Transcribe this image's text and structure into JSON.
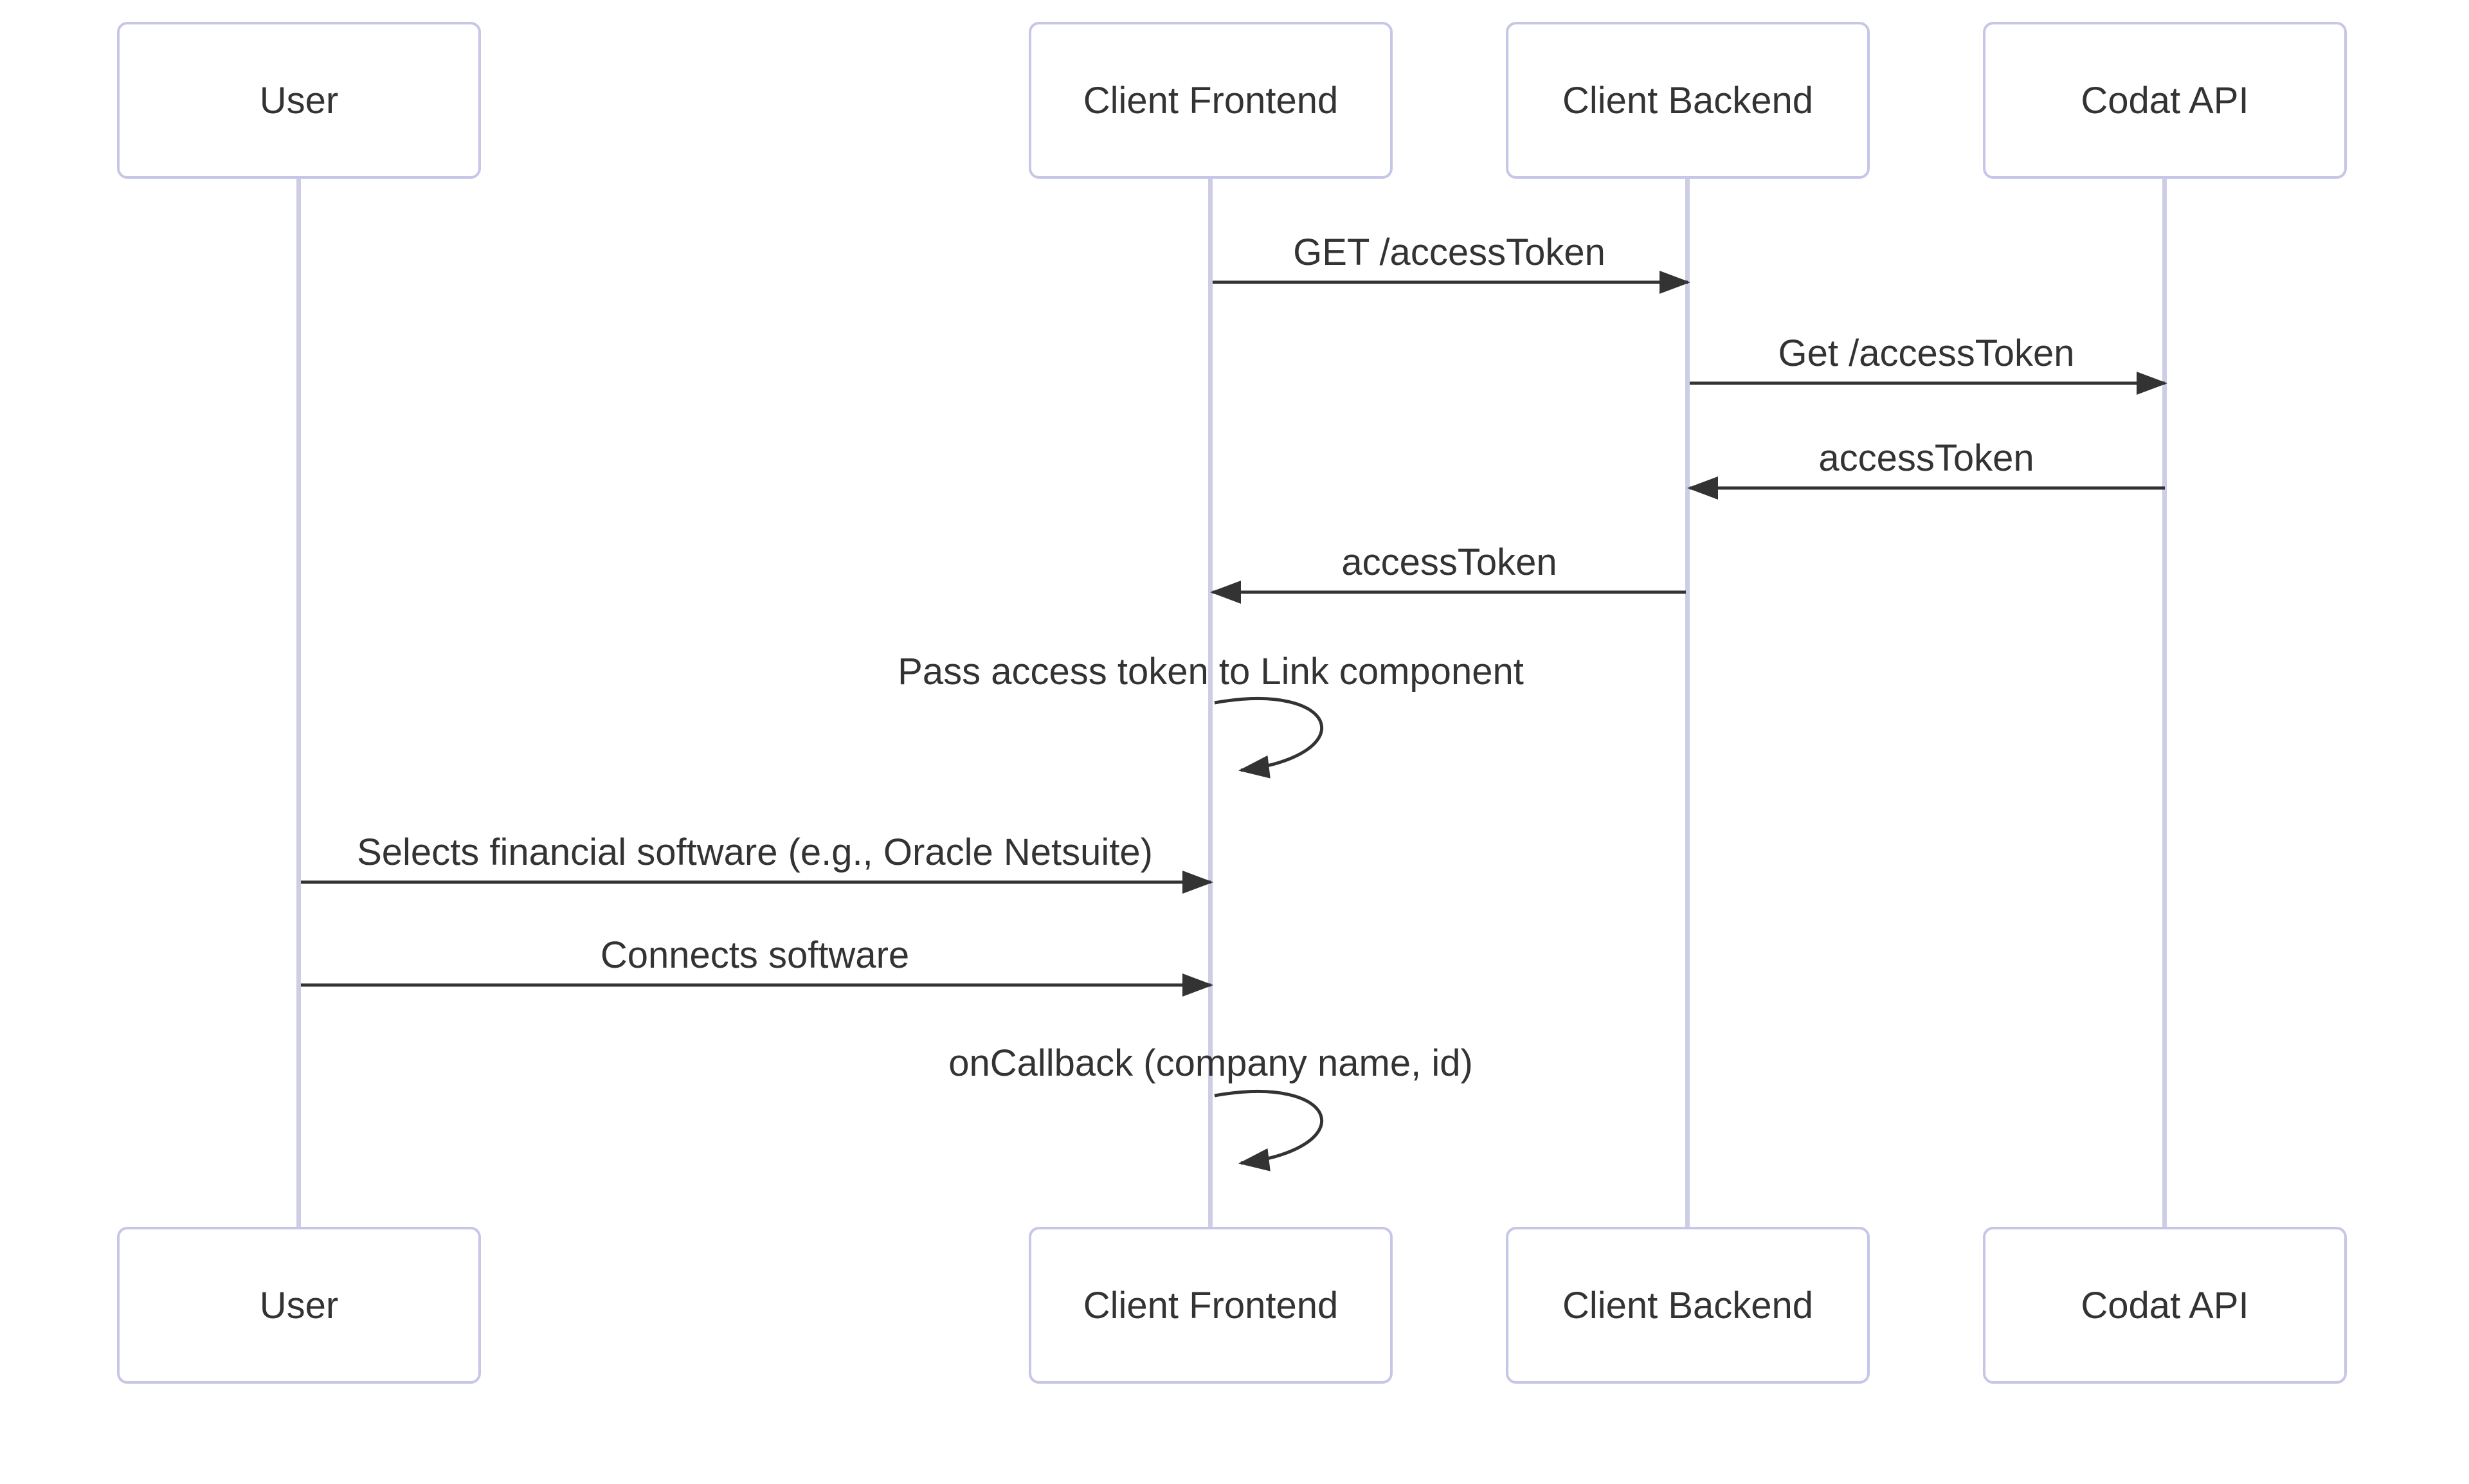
{
  "diagram": {
    "type": "sequence-diagram",
    "actors": [
      {
        "name": "User"
      },
      {
        "name": "Client Frontend"
      },
      {
        "name": "Client Backend"
      },
      {
        "name": "Codat API"
      }
    ],
    "messages": [
      {
        "from": "Client Frontend",
        "to": "Client Backend",
        "label": "GET /accessToken",
        "type": "solid-arrow"
      },
      {
        "from": "Client Backend",
        "to": "Codat API",
        "label": "Get /accessToken",
        "type": "solid-arrow"
      },
      {
        "from": "Codat API",
        "to": "Client Backend",
        "label": "accessToken",
        "type": "solid-arrow"
      },
      {
        "from": "Client Backend",
        "to": "Client Frontend",
        "label": "accessToken",
        "type": "solid-arrow"
      },
      {
        "from": "Client Frontend",
        "to": "Client Frontend",
        "label": "Pass access token to Link component",
        "type": "self-loop"
      },
      {
        "from": "User",
        "to": "Client Frontend",
        "label": "Selects financial software (e.g., Oracle Netsuite)",
        "type": "solid-arrow"
      },
      {
        "from": "User",
        "to": "Client Frontend",
        "label": "Connects software",
        "type": "solid-arrow"
      },
      {
        "from": "Client Frontend",
        "to": "Client Frontend",
        "label": "onCallback (company name, id)",
        "type": "self-loop"
      }
    ],
    "colors": {
      "background": "#ffffff",
      "actor_fill": "#ffffff",
      "actor_border": "#c6c6e8",
      "lifeline": "#cdcde6",
      "arrow": "#333333",
      "text": "#333333"
    }
  }
}
